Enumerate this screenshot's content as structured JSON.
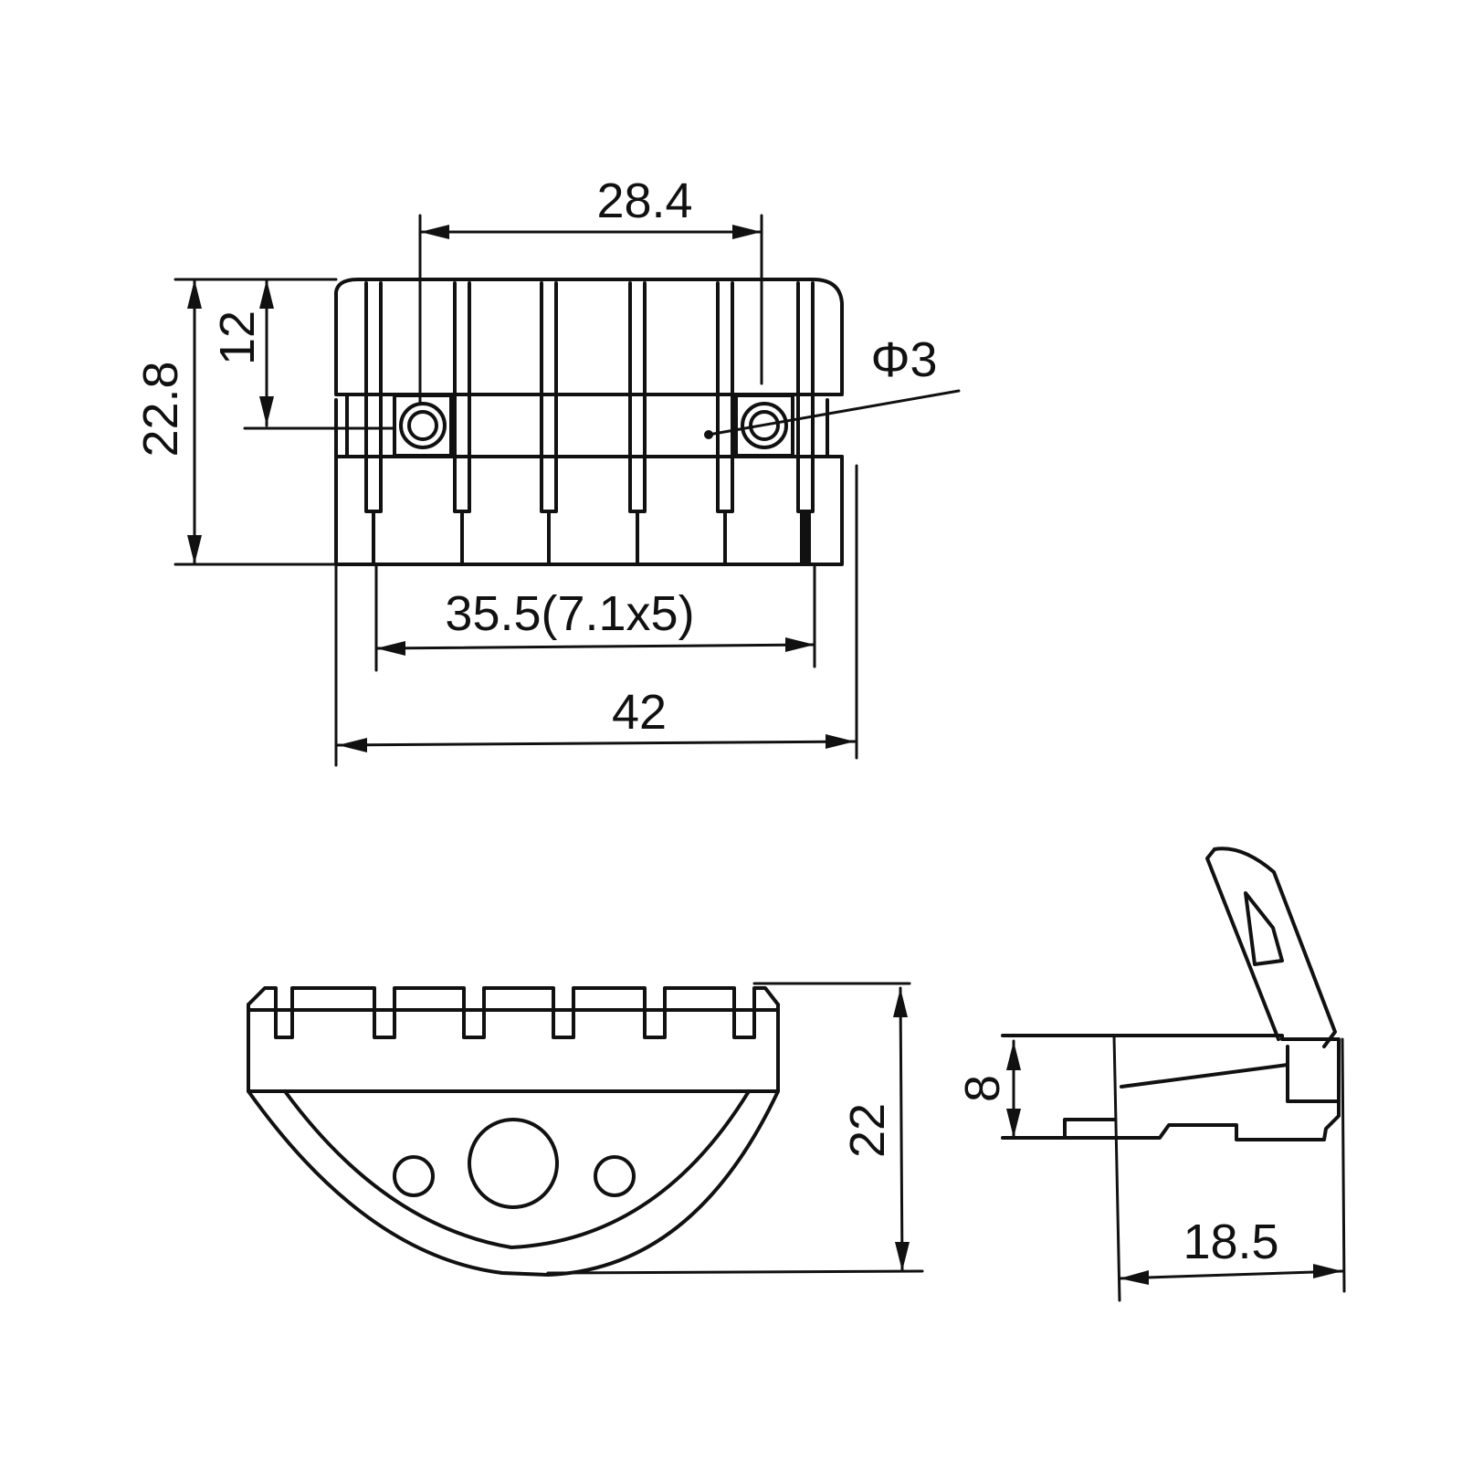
{
  "dimensions": {
    "top_width_holes": "28.4",
    "top_height_total": "22.8",
    "top_height_hole": "12",
    "hole_diameter": "Φ3",
    "string_spacing": "35.5(7.1x5)",
    "total_width": "42",
    "front_height": "22",
    "side_height": "8",
    "side_depth": "18.5"
  }
}
